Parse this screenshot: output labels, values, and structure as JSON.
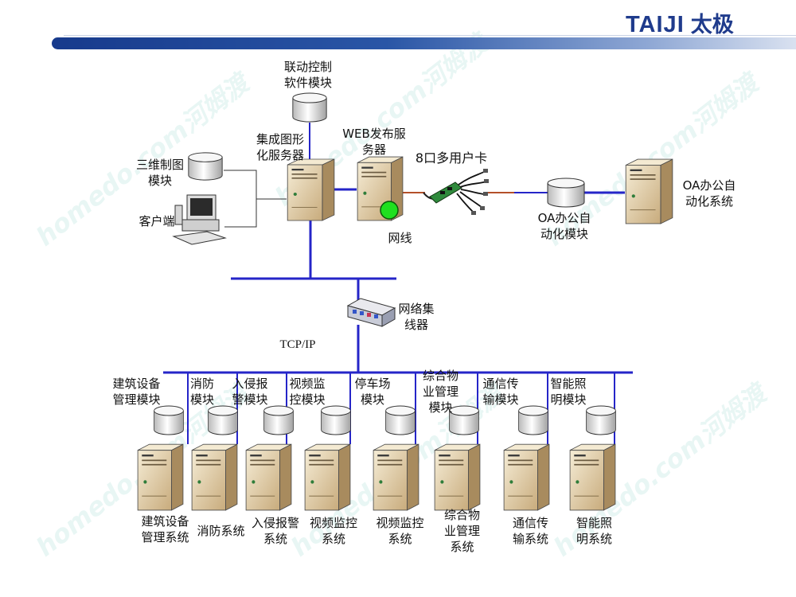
{
  "header": {
    "brand": "TAIJI",
    "brand_cn": "太极"
  },
  "watermark": {
    "text": "homedo.com河姆渡"
  },
  "top": {
    "linkage_module": "联动控制\n软件模块",
    "integrated_server": "集成图形\n化服务器",
    "modeling_module": "三维制图\n模块",
    "client": "客户端",
    "web_server": "WEB发布服\n务器",
    "card": "8口多用户卡",
    "cable": "网线",
    "oa_module": "OA办公自\n动化模块",
    "oa_system": "OA办公自\n动化系统"
  },
  "network": {
    "hub": "网络集\n线器",
    "protocol": "TCP/IP"
  },
  "subsystems": [
    {
      "module": "建筑设备\n管理模块",
      "system": "建筑设备\n管理系统"
    },
    {
      "module": "消防\n模块",
      "system": "消防系统"
    },
    {
      "module": "入侵报\n警模块",
      "system": "入侵报警\n系统"
    },
    {
      "module": "视频监\n控模块",
      "system": "视频监控\n系统"
    },
    {
      "module": "停车场\n模块",
      "system": "视频监控\n系统"
    },
    {
      "module": "综合物\n业管理\n模块",
      "system": "综合物\n业管理\n系统"
    },
    {
      "module": "通信传\n输模块",
      "system": "通信传\n输系统"
    },
    {
      "module": "智能照\n明模块",
      "system": "智能照\n明系统"
    }
  ],
  "colors": {
    "brand": "#1f3b8c",
    "link_line": "#2525c8",
    "cable_line": "#b4502a",
    "server_body": "#e6d5b0",
    "status_led": "#1fe01f"
  },
  "icons": {
    "server": "server-icon",
    "database": "database-icon",
    "hub": "network-hub-icon",
    "client": "client-computer-icon",
    "card": "serial-card-icon"
  }
}
